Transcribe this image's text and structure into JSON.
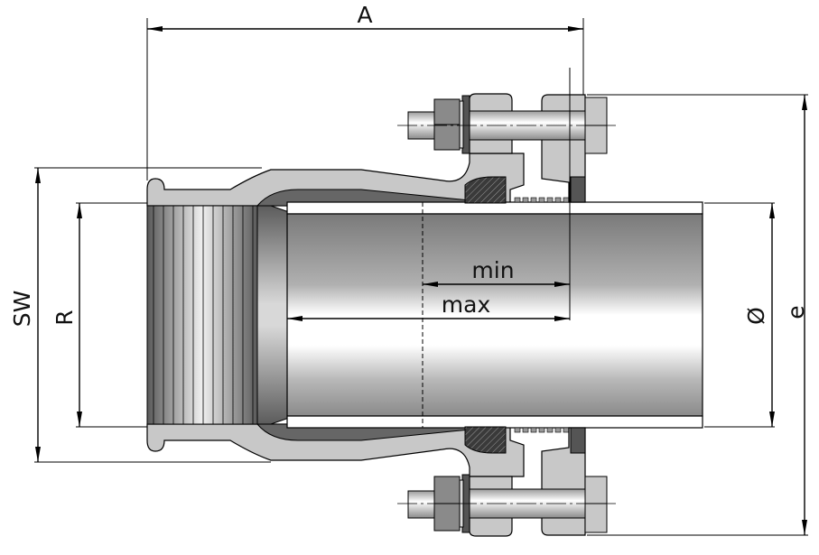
{
  "title": "Flange adaptor with threaded socket - dimensional drawing",
  "dimensions": {
    "A": "A",
    "SW": "SW",
    "R": "R",
    "diameter": "Ø",
    "e": "e",
    "min": "min",
    "max": "max"
  },
  "colors": {
    "line": "#000000",
    "body": "#c8c8c8",
    "dark": "#6e6e6e",
    "nut": "#8a8a8a",
    "background": "#ffffff"
  }
}
